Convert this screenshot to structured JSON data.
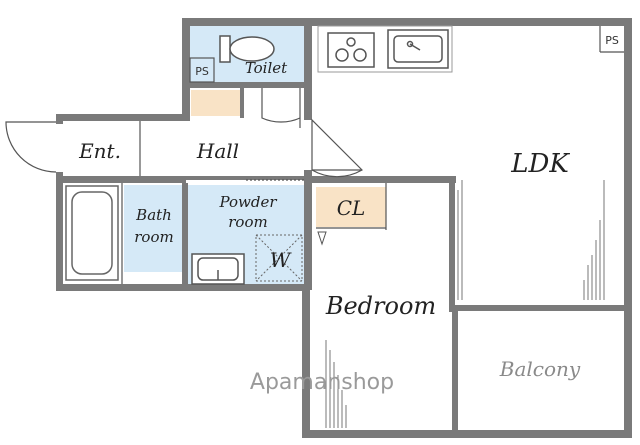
{
  "rooms": {
    "toilet": "Toilet",
    "entrance": "Ent.",
    "hall": "Hall",
    "ldk": "LDK",
    "bath_line1": "Bath",
    "bath_line2": "room",
    "powder_line1": "Powder",
    "powder_line2": "room",
    "washer": "W",
    "closet": "CL",
    "bedroom": "Bedroom",
    "balcony": "Balcony"
  },
  "pipe_spaces": [
    "PS",
    "PS"
  ],
  "watermark": "Apamanshop",
  "colors": {
    "wet_area": "#d5e9f7",
    "storage": "#f9e3c6",
    "wall": "#7a7a7a",
    "line": "#555555"
  },
  "icons": [
    "toilet-icon",
    "stove-icon",
    "kitchen-sink-icon",
    "bathtub-icon",
    "washbasin-icon",
    "washer-pan-icon",
    "door-swing-icon",
    "window-icon"
  ]
}
